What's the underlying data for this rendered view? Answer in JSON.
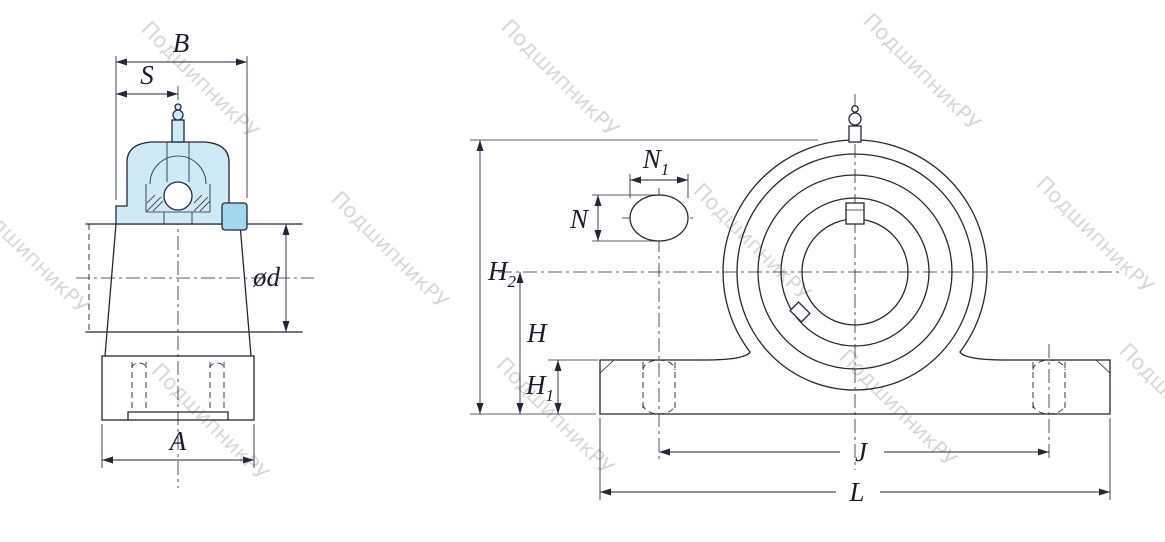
{
  "watermark": {
    "text": "ПодшипникРУ"
  },
  "colors": {
    "housing_fill": "#cfeaf7",
    "collar_fill": "#a3d6ef"
  },
  "labels": {
    "B": "B",
    "S": "S",
    "od": "ød",
    "A": "A",
    "N1": {
      "main": "N",
      "sub": "1"
    },
    "N": "N",
    "H2": {
      "main": "H",
      "sub": "2"
    },
    "H": "H",
    "H1": {
      "main": "H",
      "sub": "1"
    },
    "J": "J",
    "L": "L"
  }
}
